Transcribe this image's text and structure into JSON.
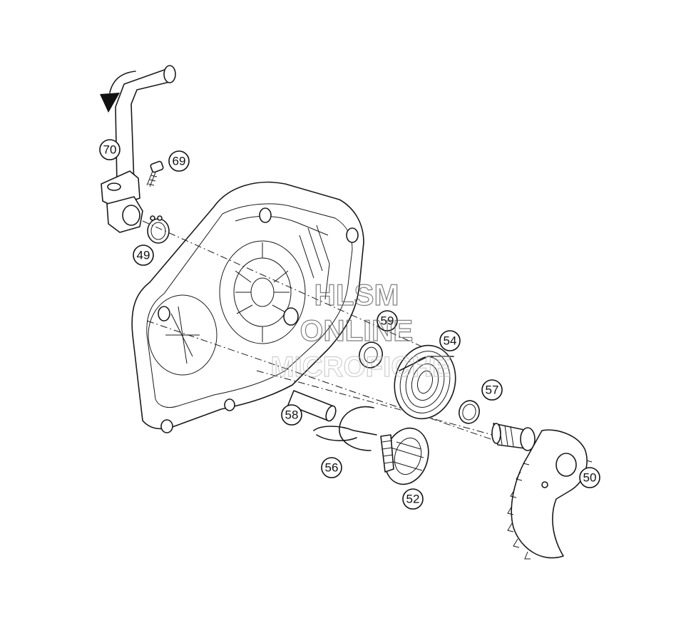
{
  "callouts": {
    "c70": "70",
    "c69": "69",
    "c49": "49",
    "c59": "59",
    "c54": "54",
    "c57": "57",
    "c58": "58",
    "c56": "56",
    "c52": "52",
    "c50": "50"
  },
  "watermark": {
    "line1": "HLSM",
    "line2": "ONLINE",
    "line3": "MICROFICHE"
  }
}
